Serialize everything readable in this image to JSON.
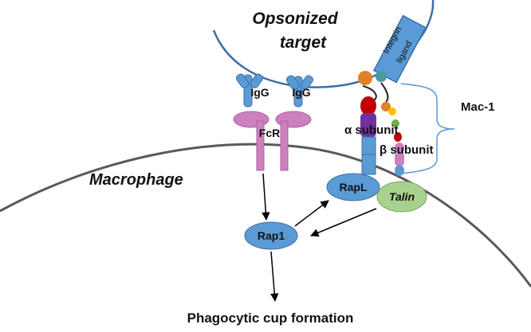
{
  "target": {
    "line1": "Opsonized",
    "line2": "target"
  },
  "cell": {
    "label": "Macrophage"
  },
  "igg": {
    "left": "IgG",
    "right": "IgG"
  },
  "fcr": {
    "label": "FcR"
  },
  "integrin_ligand": {
    "line1": "Integrin",
    "line2": "ligand"
  },
  "mac1": {
    "label": "Mac-1"
  },
  "subunits": {
    "alpha": "α subunit",
    "beta": "β subunit"
  },
  "proteins": {
    "rapl": "RapL",
    "talin": "Talin",
    "rap1": "Rap1"
  },
  "outcome": {
    "label": "Phagocytic cup formation"
  },
  "colors": {
    "membrane": "#595959",
    "target_outline": "#3a6fa8",
    "igg": "#5b9bd5",
    "fcr": "#cc80bd",
    "rap_blue": "#5b9bd5",
    "talin_green": "#a9d18e",
    "brace": "#5b9bd5"
  }
}
